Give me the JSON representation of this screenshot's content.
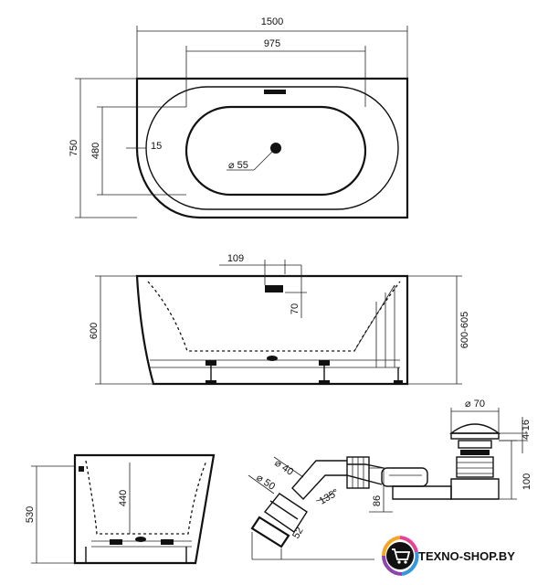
{
  "top_view": {
    "overall_width": "1500",
    "inner_width": "975",
    "overall_depth": "750",
    "inner_depth": "480",
    "rim_offset": "15",
    "drain_diameter": "⌀ 55"
  },
  "side_view": {
    "overflow_offset": "109",
    "overflow_height": "70",
    "height": "600",
    "height_range": "600-605"
  },
  "end_view": {
    "inner_depth": "440",
    "height": "530"
  },
  "drain_detail": {
    "cap_diameter": "⌀ 70",
    "cap_adjust": "4-16",
    "trap_height": "100",
    "trap_offset": "86",
    "elbow_angle": "135°",
    "pipe_diameter_40": "⌀ 40",
    "pipe_diameter_50": "⌀ 50",
    "pipe_length": "52"
  },
  "brand": {
    "name": "TEXNO-SHOP.BY",
    "colors": {
      "orange": "#f5a623",
      "purple": "#8e44ad",
      "pink": "#e84393",
      "blue": "#3498db"
    }
  }
}
